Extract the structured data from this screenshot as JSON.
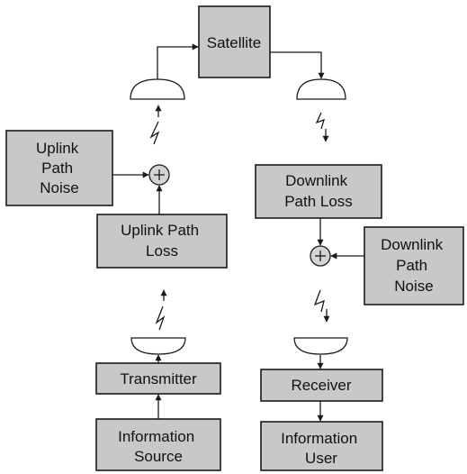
{
  "blocks": {
    "satellite": [
      "Satellite"
    ],
    "uplink_noise": [
      "Uplink",
      "Path",
      "Noise"
    ],
    "uplink_loss": [
      "Uplink Path",
      "Loss"
    ],
    "transmitter": [
      "Transmitter"
    ],
    "info_source": [
      "Information",
      "Source"
    ],
    "downlink_loss": [
      "Downlink",
      "Path Loss"
    ],
    "downlink_noise": [
      "Downlink",
      "Path",
      "Noise"
    ],
    "receiver": [
      "Receiver"
    ],
    "info_user": [
      "Information",
      "User"
    ]
  },
  "colors": {
    "box_fill": "#c8c8c8",
    "stroke": "#1a1a1a",
    "summer_fill": "#d4d4d4"
  }
}
